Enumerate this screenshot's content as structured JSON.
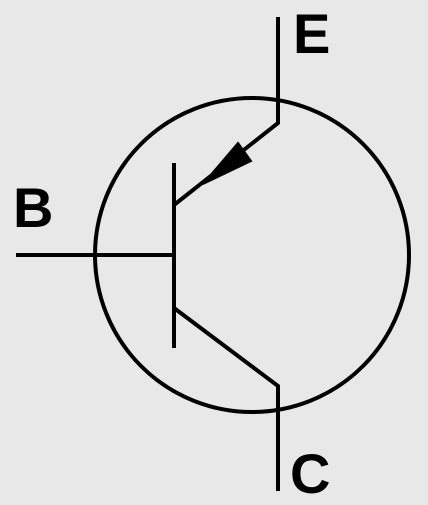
{
  "diagram": {
    "labels": {
      "emitter": "E",
      "base": "B",
      "collector": "C"
    },
    "colors": {
      "background": "#e8e8e8",
      "stroke": "#000000"
    }
  }
}
